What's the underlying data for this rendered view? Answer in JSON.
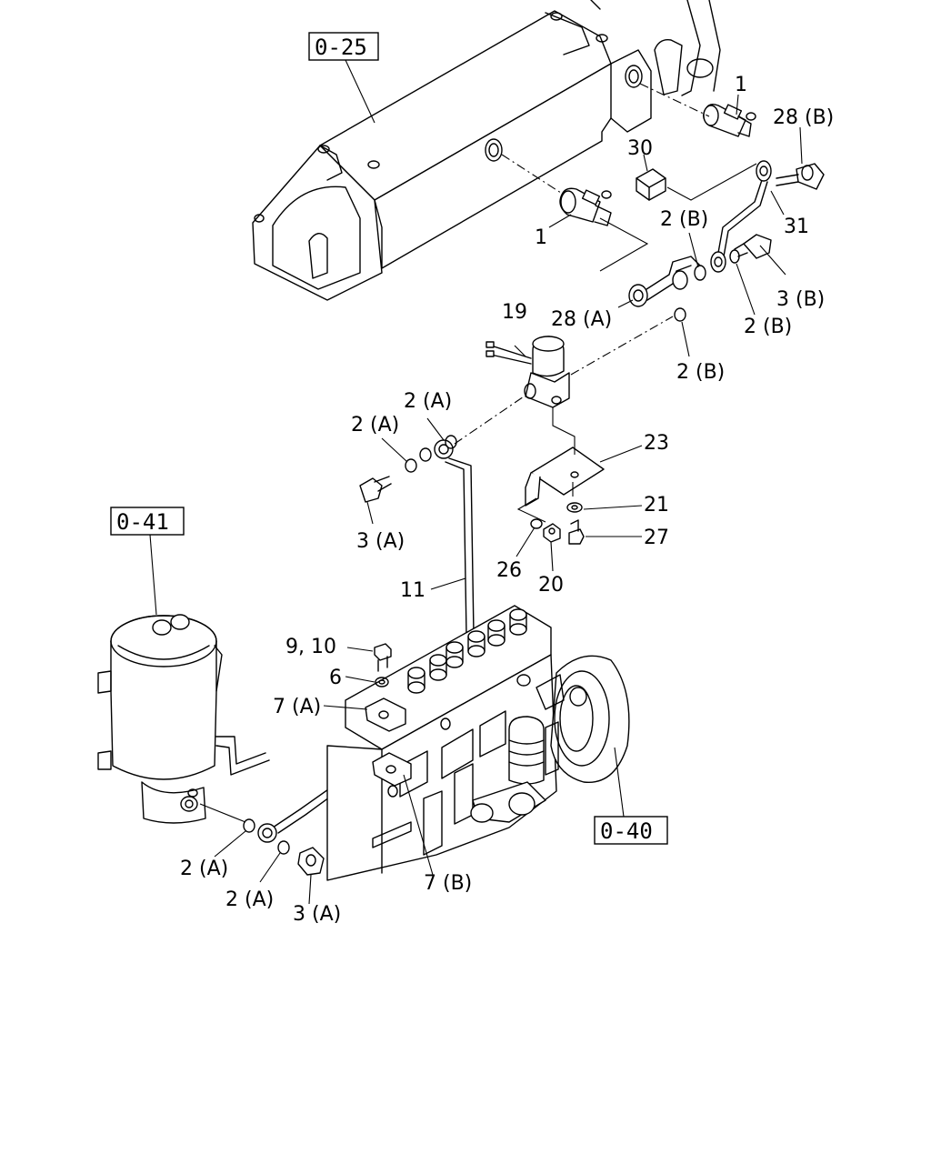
{
  "references": {
    "r_0_25": "0-25",
    "r_0_41": "0-41",
    "r_0_40": "0-40"
  },
  "callouts": {
    "c1_top": "1",
    "c28b": "28 (B)",
    "c30": "30",
    "c1_mid": "1",
    "c2b_a": "2 (B)",
    "c31": "31",
    "c28a": "28 (A)",
    "c3b": "3 (B)",
    "c2b_b": "2 (B)",
    "c19": "19",
    "c2b_c": "2 (B)",
    "c2a_a": "2 (A)",
    "c2a_b": "2 (A)",
    "c23": "23",
    "c21": "21",
    "c27": "27",
    "c3a_top": "3 (A)",
    "c26": "26",
    "c20": "20",
    "c11": "11",
    "c9_10": "9, 10",
    "c6": "6",
    "c7a": "7 (A)",
    "c7b": "7 (B)",
    "c2a_c": "2 (A)",
    "c2a_d": "2 (A)",
    "c3a_bot": "3 (A)"
  }
}
